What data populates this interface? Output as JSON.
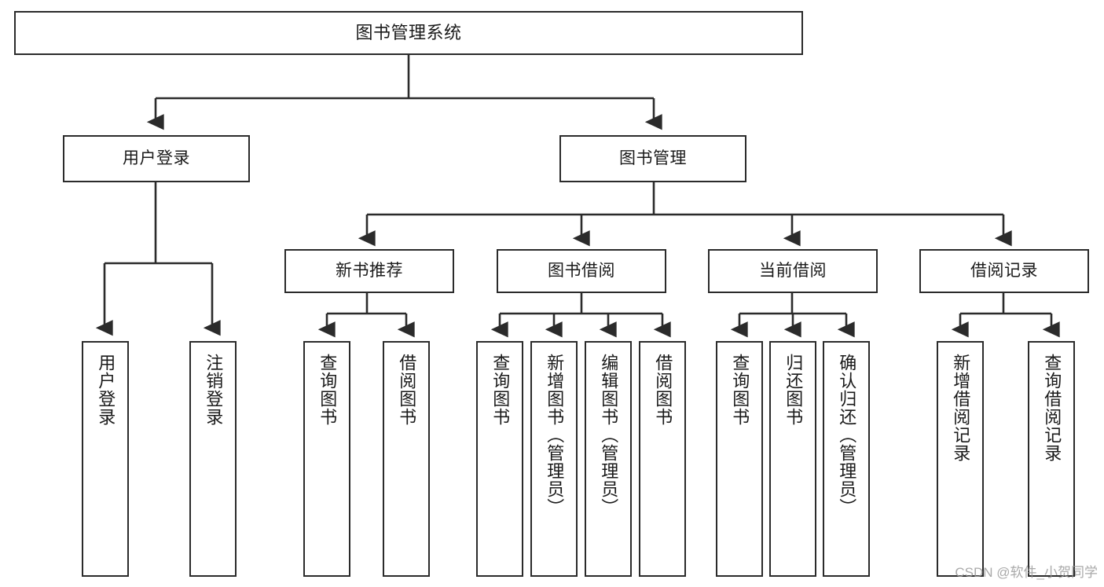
{
  "diagram": {
    "type": "tree-hierarchy-chart",
    "title": "图书管理系统",
    "orientation": "top-down",
    "stroke_color": "#2b2b2b",
    "fill_color": "#ffffff",
    "text_color": "#1a1a1a"
  },
  "watermark": {
    "text": "CSDN @软件_小贺同学",
    "color": "#9b9b9b"
  },
  "nodes": {
    "root": {
      "label": "图书管理系统",
      "level": 0
    },
    "level1": [
      {
        "id": "user-login",
        "label": "用户登录"
      },
      {
        "id": "book-manage",
        "label": "图书管理"
      }
    ],
    "level2": [
      {
        "id": "new-book-recommend",
        "label": "新书推荐",
        "parent": "book-manage"
      },
      {
        "id": "book-borrow",
        "label": "图书借阅",
        "parent": "book-manage"
      },
      {
        "id": "current-borrow",
        "label": "当前借阅",
        "parent": "book-manage"
      },
      {
        "id": "borrow-record",
        "label": "借阅记录",
        "parent": "book-manage"
      }
    ],
    "leaves": [
      {
        "id": "leaf-user-login",
        "label": "用户登录",
        "parent": "user-login"
      },
      {
        "id": "leaf-user-logout",
        "label": "注销登录",
        "parent": "user-login"
      },
      {
        "id": "leaf-query-book-1",
        "label": "查询图书",
        "parent": "new-book-recommend"
      },
      {
        "id": "leaf-borrow-book-1",
        "label": "借阅图书",
        "parent": "new-book-recommend"
      },
      {
        "id": "leaf-query-book-2",
        "label": "查询图书",
        "parent": "book-borrow"
      },
      {
        "id": "leaf-add-book",
        "label": "新增图书（管理员）",
        "parent": "book-borrow"
      },
      {
        "id": "leaf-edit-book",
        "label": "编辑图书（管理员）",
        "parent": "book-borrow"
      },
      {
        "id": "leaf-borrow-book-2",
        "label": "借阅图书",
        "parent": "book-borrow"
      },
      {
        "id": "leaf-query-book-3",
        "label": "查询图书",
        "parent": "current-borrow"
      },
      {
        "id": "leaf-return-book",
        "label": "归还图书",
        "parent": "current-borrow"
      },
      {
        "id": "leaf-confirm-return",
        "label": "确认归还（管理员）",
        "parent": "current-borrow"
      },
      {
        "id": "leaf-add-record",
        "label": "新增借阅记录",
        "parent": "borrow-record"
      },
      {
        "id": "leaf-query-record",
        "label": "查询借阅记录",
        "parent": "borrow-record"
      }
    ]
  }
}
